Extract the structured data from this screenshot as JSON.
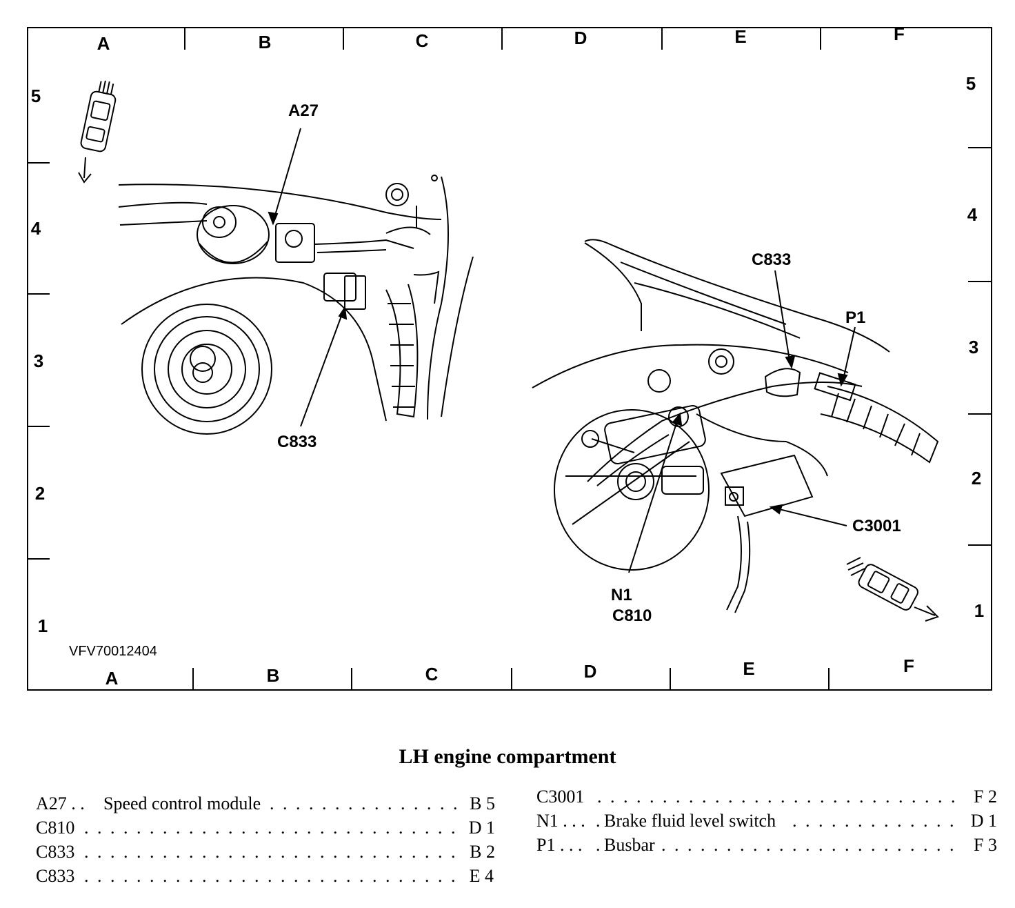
{
  "grid": {
    "letters": [
      "A",
      "B",
      "C",
      "D",
      "E",
      "F"
    ],
    "numbers": [
      "5",
      "4",
      "3",
      "2",
      "1"
    ]
  },
  "callouts": {
    "a27": "A27",
    "c833_left": "C833",
    "c833_right": "C833",
    "p1": "P1",
    "c3001": "C3001",
    "n1": "N1",
    "c810": "C810"
  },
  "figure_ref": "VFV70012404",
  "title": "LH engine compartment",
  "legend_left": [
    {
      "ref": "A27 . .",
      "desc": "Speed control module",
      "loc": "B 5"
    },
    {
      "ref": "C810",
      "desc": "",
      "loc": "D 1"
    },
    {
      "ref": "C833",
      "desc": "",
      "loc": "B 2"
    },
    {
      "ref": "C833",
      "desc": "",
      "loc": "E 4"
    }
  ],
  "legend_right": [
    {
      "ref": "C3001",
      "desc": "",
      "loc": "F 2"
    },
    {
      "ref": "N1 . . .",
      "desc": "Brake fluid level switch",
      "loc": "D 1"
    },
    {
      "ref": "P1 . . .",
      "desc": "Busbar",
      "loc": "F 3"
    }
  ]
}
